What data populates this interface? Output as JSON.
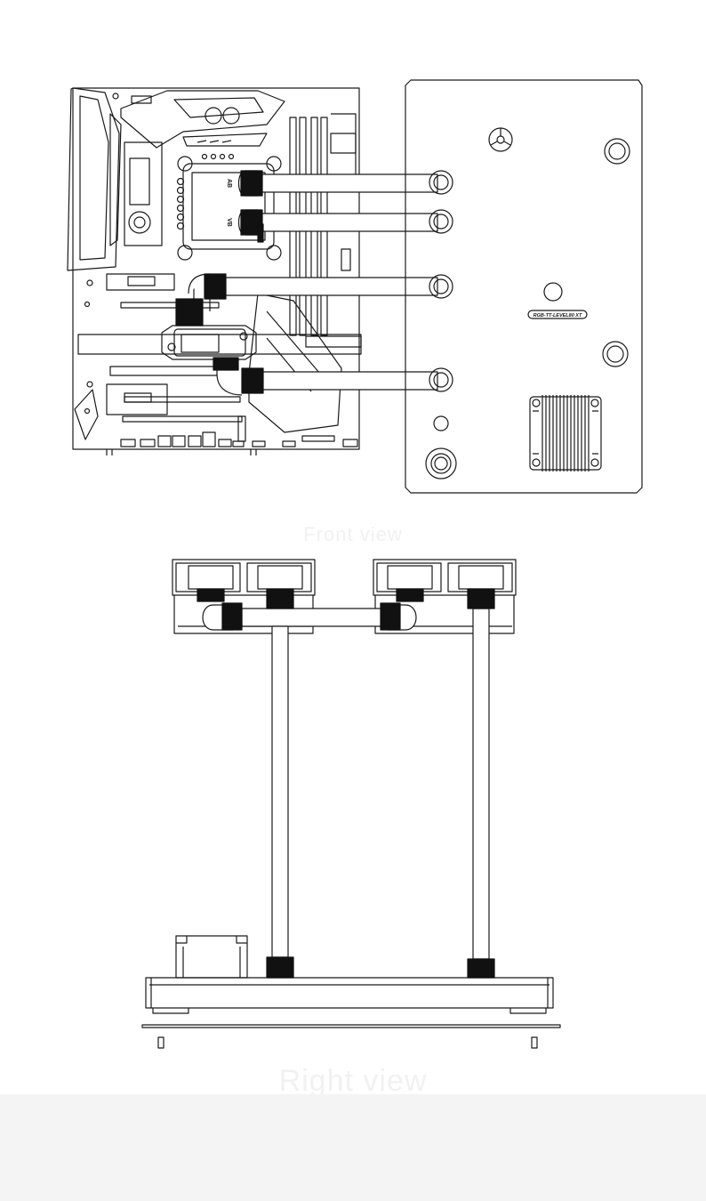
{
  "figure": {
    "views": [
      {
        "id": "front",
        "caption": "Front view"
      },
      {
        "id": "right",
        "caption": "Right view"
      }
    ],
    "reservoir_label": "RGB-TT-LEVEL80 XT",
    "cpu_block_marks": [
      "AB",
      "VB"
    ]
  },
  "colors": {
    "line": "#1a1a1a",
    "fitting": "#111111",
    "caption": "#f1f1f1",
    "background": "#ffffff",
    "band": "#f4f4f4"
  }
}
